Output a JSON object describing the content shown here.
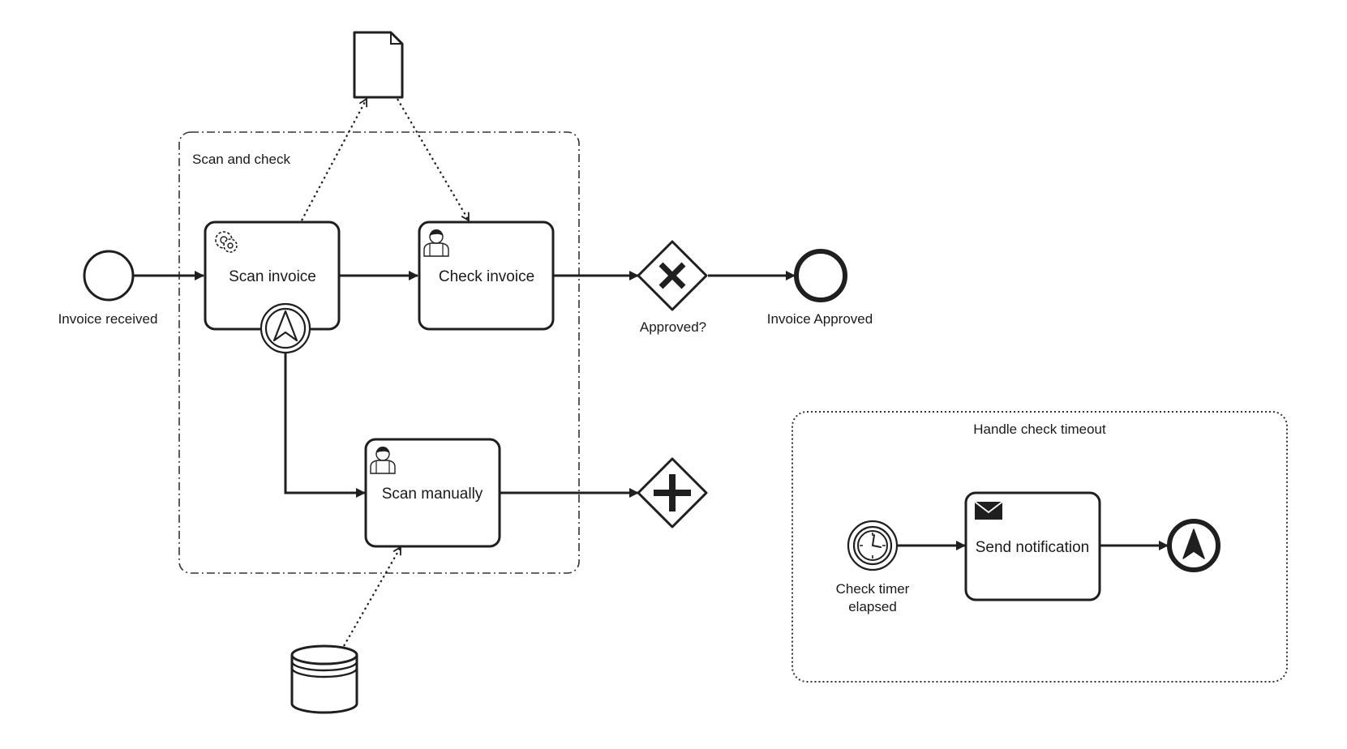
{
  "diagram": {
    "groups": {
      "scan_and_check": {
        "label": "Scan and check"
      },
      "handle_check_timeout": {
        "label": "Handle check timeout"
      }
    },
    "events": {
      "start": {
        "label": "Invoice received"
      },
      "end_approved": {
        "label": "Invoice Approved"
      },
      "timer_start": {
        "label_line1": "Check timer",
        "label_line2": "elapsed"
      },
      "boundary_escalation": {
        "label": ""
      },
      "end_escalation": {
        "label": ""
      }
    },
    "tasks": {
      "scan_invoice": {
        "label": "Scan invoice",
        "type": "service",
        "icon": "gear-icon"
      },
      "check_invoice": {
        "label": "Check invoice",
        "type": "user",
        "icon": "user-icon"
      },
      "scan_manually": {
        "label": "Scan manually",
        "type": "user",
        "icon": "user-icon"
      },
      "send_notification": {
        "label": "Send notification",
        "type": "send",
        "icon": "envelope-icon"
      }
    },
    "gateways": {
      "approved": {
        "label": "Approved?",
        "type": "exclusive",
        "icon": "x-icon"
      },
      "parallel": {
        "label": "",
        "type": "parallel",
        "icon": "plus-icon"
      }
    },
    "artifacts": {
      "data_object": {
        "icon": "document-icon"
      },
      "data_store": {
        "icon": "database-icon"
      }
    }
  }
}
